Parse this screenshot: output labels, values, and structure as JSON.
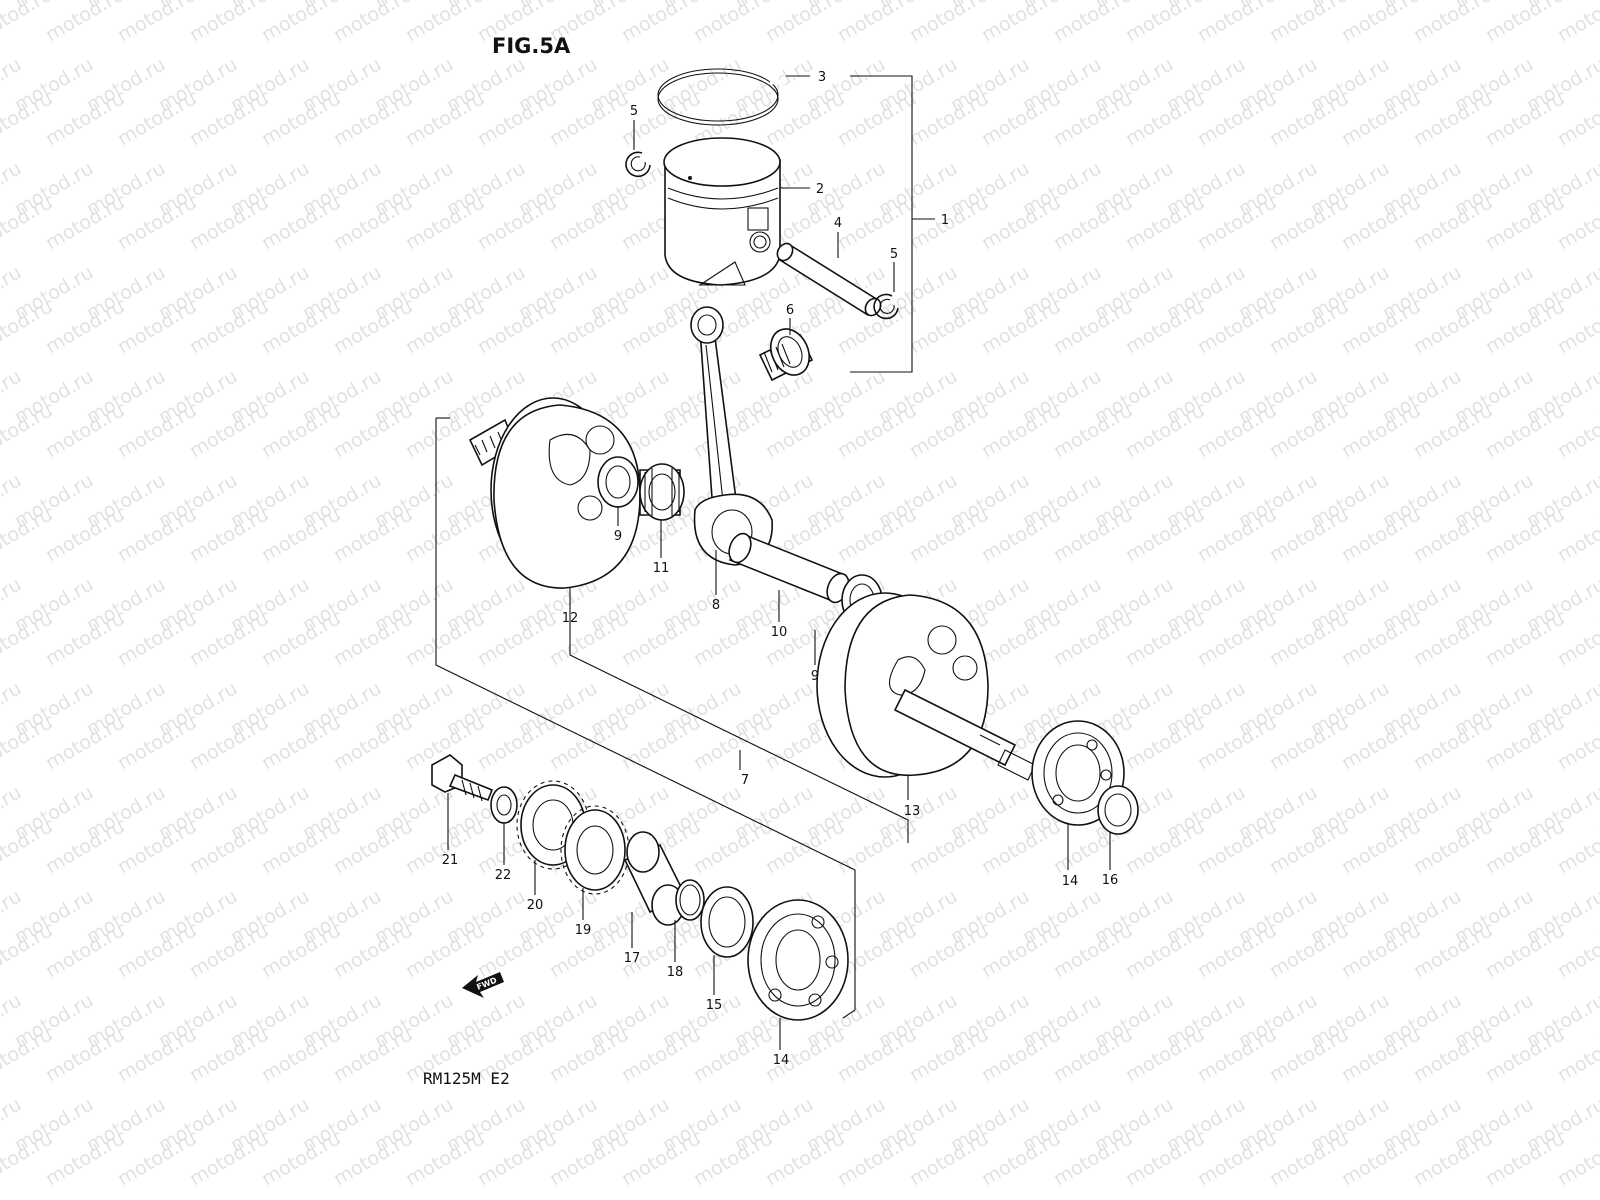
{
  "figure": {
    "title": "FIG.5A",
    "model": "RM125M E2",
    "fwd_label": "FWD",
    "watermark": "motod.ru"
  },
  "callouts": {
    "c1": "1",
    "c2": "2",
    "c3": "3",
    "c4": "4",
    "c5a": "5",
    "c5b": "5",
    "c6": "6",
    "c7": "7",
    "c8": "8",
    "c9a": "9",
    "c9b": "9",
    "c10": "10",
    "c11": "11",
    "c12": "12",
    "c13": "13",
    "c14a": "14",
    "c14b": "14",
    "c15": "15",
    "c16": "16",
    "c17": "17",
    "c18": "18",
    "c19": "19",
    "c20": "20",
    "c21": "21",
    "c22": "22"
  },
  "colors": {
    "ink": "#111111",
    "watermark": "#c9c9c9",
    "background": "#ffffff"
  }
}
